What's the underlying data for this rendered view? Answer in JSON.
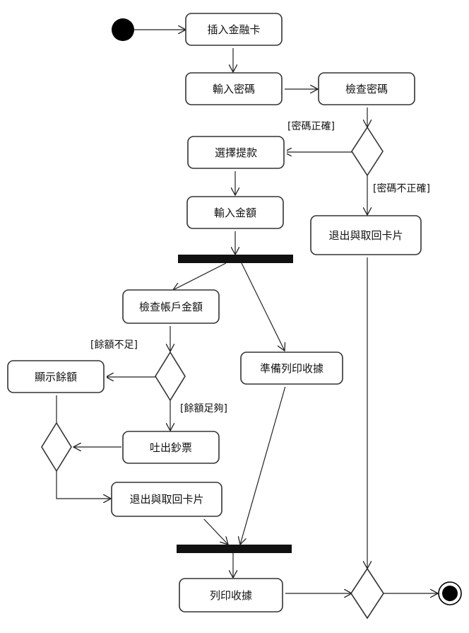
{
  "nodes": {
    "insert_card": "插入金融卡",
    "enter_pin": "輸入密碼",
    "check_pin": "檢查密碼",
    "choose_withdraw": "選擇提款",
    "enter_amount": "輸入金額",
    "eject_card_fail": "退出與取回卡片",
    "check_balance": "檢查帳戶金額",
    "show_balance": "顯示餘額",
    "prepare_receipt": "準備列印收據",
    "dispense_cash": "吐出鈔票",
    "eject_card": "退出與取回卡片",
    "print_receipt": "列印收據"
  },
  "guards": {
    "pin_correct": "[密碼正確]",
    "pin_incorrect": "[密碼不正確]",
    "balance_insufficient": "[餘額不足]",
    "balance_sufficient": "[餘額足夠]"
  }
}
